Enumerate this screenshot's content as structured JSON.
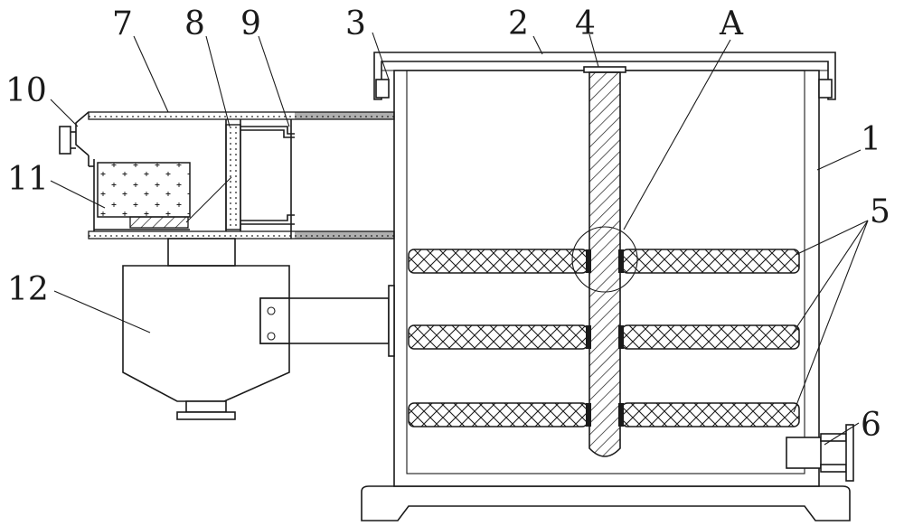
{
  "figure": {
    "labels": [
      {
        "id": "1",
        "text": "1"
      },
      {
        "id": "2",
        "text": "2"
      },
      {
        "id": "3",
        "text": "3"
      },
      {
        "id": "4",
        "text": "4"
      },
      {
        "id": "A",
        "text": "A"
      },
      {
        "id": "5",
        "text": "5"
      },
      {
        "id": "6",
        "text": "6"
      },
      {
        "id": "7",
        "text": "7"
      },
      {
        "id": "8",
        "text": "8"
      },
      {
        "id": "9",
        "text": "9"
      },
      {
        "id": "10",
        "text": "10"
      },
      {
        "id": "11",
        "text": "11"
      },
      {
        "id": "12",
        "text": "12"
      }
    ]
  },
  "colors": {
    "line": "#1a1a1a",
    "background": "#ffffff"
  }
}
